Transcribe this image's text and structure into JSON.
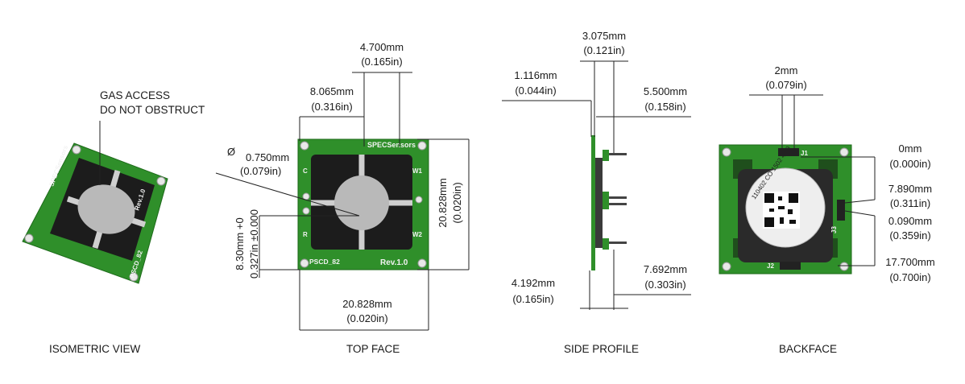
{
  "captions": {
    "isometric": "ISOMETRIC VIEW",
    "top": "TOP FACE",
    "side": "SIDE PROFILE",
    "back": "BACKFACE"
  },
  "callouts": {
    "gas_access_line1": "GAS ACCESS",
    "gas_access_line2": "DO NOT OBSTRUCT"
  },
  "top_face": {
    "d_4700_mm": "4.700mm",
    "d_4700_in": "(0.165in)",
    "d_8065_mm": "8.065mm",
    "d_8065_in": "(0.316in)",
    "dia_symbol": "Ø",
    "d_dia_mm": "0.750mm",
    "d_dia_in": "(0.079in)",
    "d_830_mm": "8.30mm +0",
    "d_830_in": "0.327in ±0.000",
    "d_height_mm": "20.828mm",
    "d_height_in": "(0.020in)",
    "d_width_mm": "20.828mm",
    "d_width_in": "(0.020in)"
  },
  "side_profile": {
    "d_3075_mm": "3.075mm",
    "d_3075_in": "(0.121in)",
    "d_1116_mm": "1.116mm",
    "d_1116_in": "(0.044in)",
    "d_5500_mm": "5.500mm",
    "d_5500_in": "(0.158in)",
    "d_4192_mm": "4.192mm",
    "d_4192_in": "(0.165in)",
    "d_7692_mm": "7.692mm",
    "d_7692_in": "(0.303in)"
  },
  "backface": {
    "d_2_mm": "2mm",
    "d_2_in": "(0.079in)",
    "d_0_mm": "0mm",
    "d_0_in": "(0.000in)",
    "d_7890_mm": "7.890mm",
    "d_7890_in": "(0.311in)",
    "d_0090_mm": "0.090mm",
    "d_0090_in": "(0.359in)",
    "d_17700_mm": "17.700mm",
    "d_17700_in": "(0.700in)"
  },
  "board_silkscreen": {
    "brand": "SPECSensors",
    "model": "PSCD_82",
    "revision": "Rev.1.0",
    "pad_c": "C",
    "pad_r": "R",
    "pad_w1": "W1",
    "pad_w2": "W2",
    "sticker_line": "110402  CO  1502 4 49",
    "jumper_j1": "J1",
    "jumper_j2": "J2",
    "jumper_j3": "J3"
  },
  "colors": {
    "pcb_green": "#2f8f2a",
    "foam_black": "#1c1c1c",
    "filter_grey": "#b9b9b9",
    "line": "#222222"
  }
}
